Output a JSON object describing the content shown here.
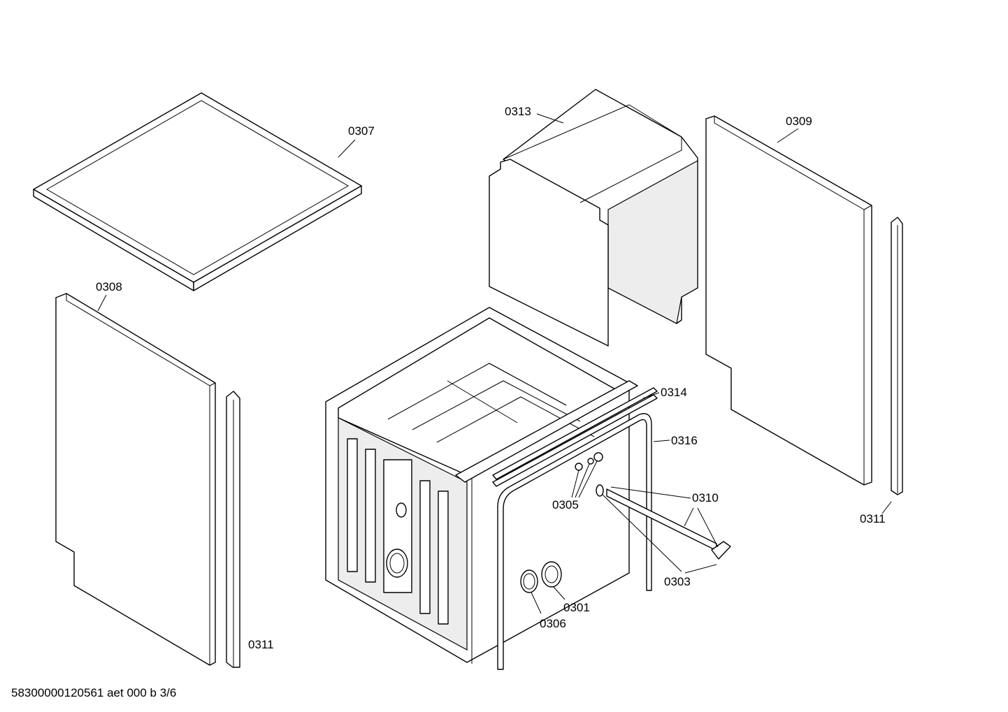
{
  "callouts": [
    {
      "id": "c0307",
      "label": "0307"
    },
    {
      "id": "c0308",
      "label": "0308"
    },
    {
      "id": "c0313",
      "label": "0313"
    },
    {
      "id": "c0309",
      "label": "0309"
    },
    {
      "id": "c0314",
      "label": "0314"
    },
    {
      "id": "c0316",
      "label": "0316"
    },
    {
      "id": "c0310",
      "label": "0310"
    },
    {
      "id": "c0305",
      "label": "0305"
    },
    {
      "id": "c0303",
      "label": "0303"
    },
    {
      "id": "c0301",
      "label": "0301"
    },
    {
      "id": "c0306",
      "label": "0306"
    },
    {
      "id": "c0311a",
      "label": "0311"
    },
    {
      "id": "c0311b",
      "label": "0311"
    }
  ],
  "footer": {
    "code": "58300000120561 aet 000 b 3/6"
  }
}
